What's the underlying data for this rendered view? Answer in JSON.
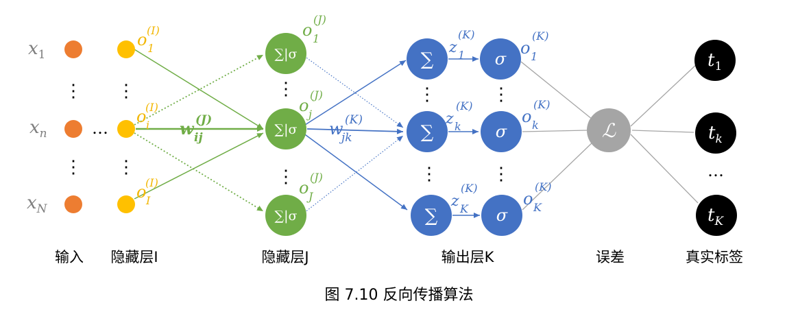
{
  "colors": {
    "input": "#ED7D31",
    "hidden_i": "#FFC000",
    "hidden_j": "#70AD47",
    "output": "#4472C4",
    "loss": "#A5A5A5",
    "target": "#000000",
    "text_gray": "#7F7F7F",
    "text_yellow": "#F2B705"
  },
  "inputs": {
    "x1": {
      "base": "x",
      "sub": "1"
    },
    "xn": {
      "base": "x",
      "sub": "n"
    },
    "xN": {
      "base": "x",
      "sub": "N"
    }
  },
  "hidden_i_labels": {
    "o1": {
      "base": "o",
      "sub": "1",
      "sup": "(I)"
    },
    "oi": {
      "base": "o",
      "sub": "i",
      "sup": "(I)"
    },
    "oI": {
      "base": "o",
      "sub": "I",
      "sup": "(I)"
    }
  },
  "hidden_j_labels": {
    "node_text": "∑|σ",
    "o1": {
      "base": "o",
      "sub": "1",
      "sup": "(J)"
    },
    "oj": {
      "base": "o",
      "sub": "j",
      "sup": "(J)"
    },
    "oJ": {
      "base": "o",
      "sub": "J",
      "sup": "(J)"
    }
  },
  "weights": {
    "wij": {
      "base": "w",
      "sub": "ij",
      "sup": "(J)"
    },
    "wjk": {
      "base": "w",
      "sub": "jk",
      "sup": "(K)"
    }
  },
  "output_labels": {
    "sum_text": "∑",
    "sigma_text": "σ",
    "z1": {
      "base": "z",
      "sub": "1",
      "sup": "(K)"
    },
    "zk": {
      "base": "z",
      "sub": "k",
      "sup": "(K)"
    },
    "zK": {
      "base": "z",
      "sub": "K",
      "sup": "(K)"
    },
    "o1": {
      "base": "o",
      "sub": "1",
      "sup": "(K)"
    },
    "ok": {
      "base": "o",
      "sub": "k",
      "sup": "(K)"
    },
    "oK": {
      "base": "o",
      "sub": "K",
      "sup": "(K)"
    }
  },
  "loss_text": "ℒ",
  "targets": {
    "t1": {
      "base": "t",
      "sub": "1"
    },
    "tk": {
      "base": "t",
      "sub": "k"
    },
    "tK": {
      "base": "t",
      "sub": "K"
    }
  },
  "vdots": "⋮",
  "hdots": "…",
  "layer_labels": {
    "input": "输入",
    "hidden_i": "隐藏层I",
    "hidden_j": "隐藏层J",
    "output": "输出层K",
    "loss": "误差",
    "target": "真实标签"
  },
  "caption": "图 7.10 反向传播算法"
}
